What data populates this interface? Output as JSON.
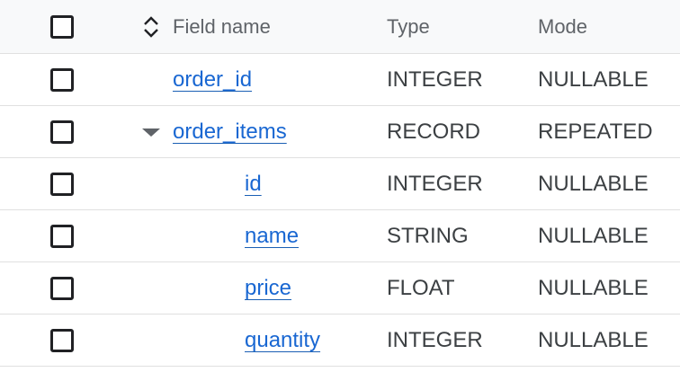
{
  "header": {
    "field_name": "Field name",
    "type": "Type",
    "mode": "Mode"
  },
  "rows": [
    {
      "name": "order_id",
      "type": "INTEGER",
      "mode": "NULLABLE",
      "level": 0,
      "expandable": false
    },
    {
      "name": "order_items",
      "type": "RECORD",
      "mode": "REPEATED",
      "level": 0,
      "expandable": true,
      "expanded": true
    },
    {
      "name": "id",
      "type": "INTEGER",
      "mode": "NULLABLE",
      "level": 1,
      "expandable": false
    },
    {
      "name": "name",
      "type": "STRING",
      "mode": "NULLABLE",
      "level": 1,
      "expandable": false
    },
    {
      "name": "price",
      "type": "FLOAT",
      "mode": "NULLABLE",
      "level": 1,
      "expandable": false
    },
    {
      "name": "quantity",
      "type": "INTEGER",
      "mode": "NULLABLE",
      "level": 1,
      "expandable": false
    }
  ],
  "icons": {
    "sort": "sort-updown-icon",
    "expand": "expand-triangle-icon",
    "checkbox": "checkbox-unchecked"
  },
  "colors": {
    "link": "#1967d2",
    "text": "#3c4043",
    "header_bg": "#f8f9fa",
    "divider": "#e0e0e0"
  }
}
